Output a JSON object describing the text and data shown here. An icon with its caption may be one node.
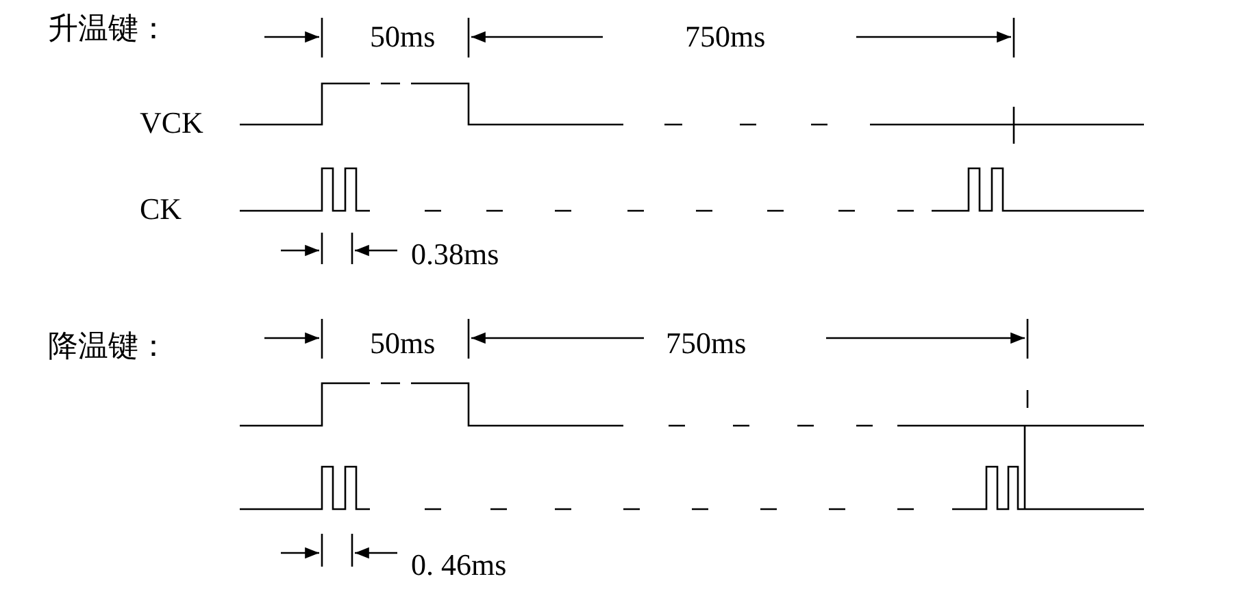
{
  "diagram": {
    "labels": [
      "升温键：",
      "50ms",
      "750ms",
      "VCK",
      "CK",
      "0.38ms",
      "降温键：",
      "50ms",
      "750ms",
      "0. 46ms"
    ]
  }
}
